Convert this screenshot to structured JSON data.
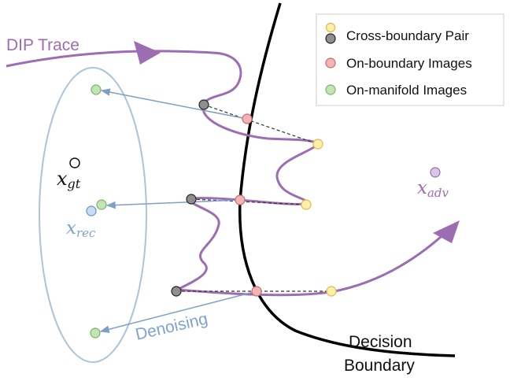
{
  "colors": {
    "trace": "#9d6db3",
    "boundary": "#000000",
    "ellipse": "#a9c4dd",
    "arrow_blue": "#7f9fca",
    "cross_fill": "#8f8f8f",
    "on_boundary_fill": "#f1b5b5",
    "on_manifold_fill": "#c2e6b3",
    "yellow_fill": "#fff0a8",
    "rec_fill": "#c9dcf5",
    "adv_fill": "#d7c6ea",
    "denoising_text": "#7fa2cf"
  },
  "labels": {
    "dip_trace": "DIP Trace",
    "x_gt_base": "x",
    "x_gt_sub": "gt",
    "x_rec_base": "x",
    "x_rec_sub": "rec",
    "x_adv_base": "x",
    "x_adv_sub": "adv",
    "denoising": "Denoising",
    "decision_line1": "Decision",
    "decision_line2": "Boundary"
  },
  "legend": {
    "items": [
      {
        "label": "Cross-boundary Pair",
        "icon": "yellow-and-gray-dot-icon"
      },
      {
        "label": "On-boundary Images",
        "icon": "pink-dot-icon"
      },
      {
        "label": "On-manifold Images",
        "icon": "green-dot-icon"
      }
    ]
  }
}
